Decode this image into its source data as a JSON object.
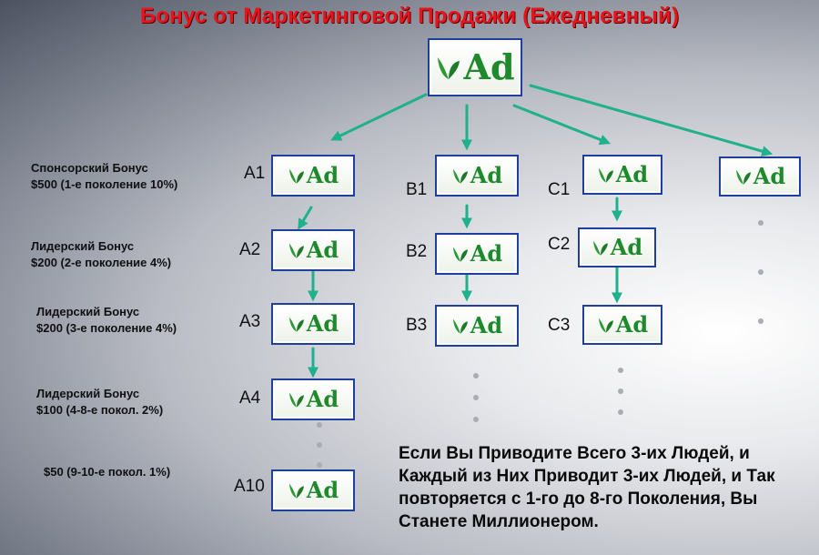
{
  "title": "Бонус от Маркетинговой Продажи (Ежедневный)",
  "logo": {
    "text": "Ad",
    "icon": "leaf-icon",
    "brand_color": "#1f8a2c",
    "border_color": "#1e3f9c"
  },
  "arrow_color": "#1fb08c",
  "title_color": "#e8141c",
  "nodes": {
    "A1": "A1",
    "A2": "A2",
    "A3": "A3",
    "A4": "A4",
    "A10": "A10",
    "B1": "B1",
    "B2": "B2",
    "B3": "B3",
    "C1": "C1",
    "C2": "C2",
    "C3": "C3"
  },
  "bonuses": [
    {
      "line1": "Спонсорский Бонус",
      "line2": "$500 (1-е поколение 10%)"
    },
    {
      "line1": "Лидерский Бонус",
      "line2": "$200 (2-е поколение 4%)"
    },
    {
      "line1": "Лидерский Бонус",
      "line2": "$200 (3-е поколение 4%)"
    },
    {
      "line1": "Лидерский Бонус",
      "line2": "$100 (4-8-е покол. 2%)"
    },
    {
      "line1": "$50 (9-10-е покол. 1%)"
    }
  ],
  "conclusion": "Если Вы Приводите Всего 3-их Людей, и Каждый из Них Приводит 3-их Людей, и Так повторяется с 1-го до 8-го Поколения, Вы Станете Миллионером."
}
